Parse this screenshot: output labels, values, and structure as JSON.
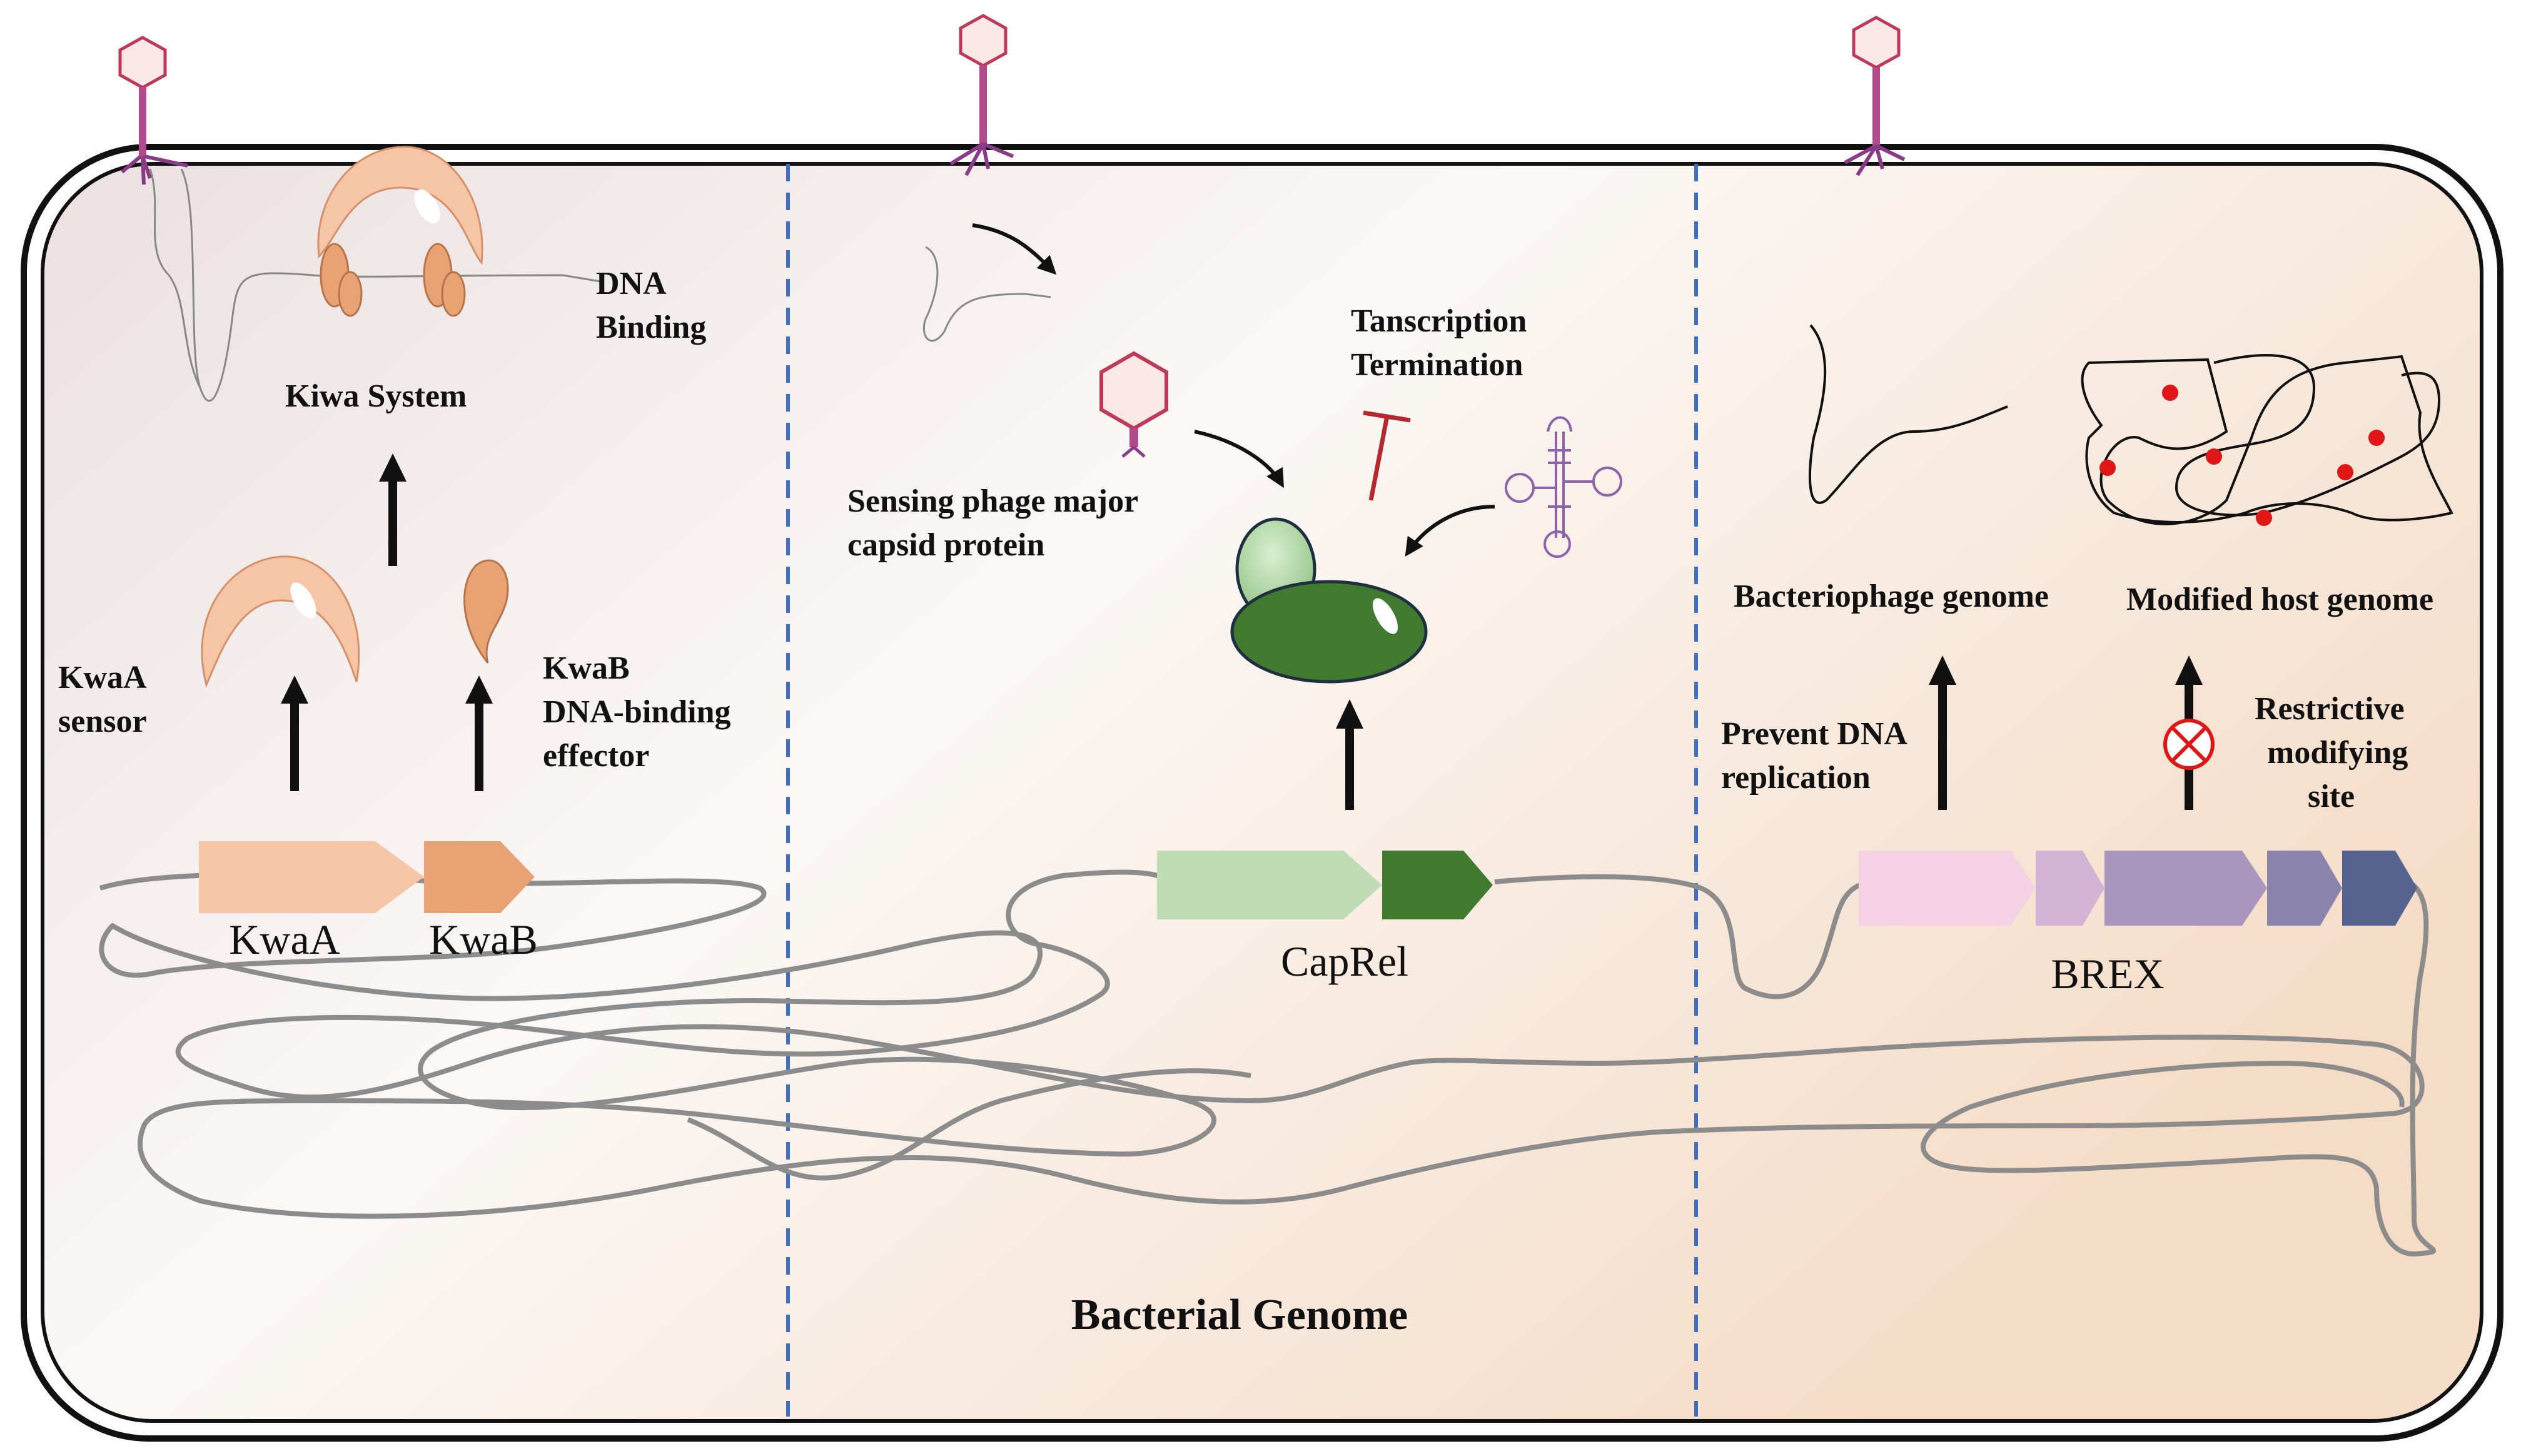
{
  "figure": {
    "bottom_label": "Bacterial Genome"
  },
  "kiwa_panel": {
    "system_label": "Kiwa  System",
    "dna_binding_label_line1": "DNA",
    "dna_binding_label_line2": "Binding",
    "kwaa_label_line1": "KwaA",
    "kwaa_label_line2": "sensor",
    "kwab_label_line1": "KwaB",
    "kwab_label_line2": "DNA-binding",
    "kwab_label_line3": "effector",
    "gene_a": "KwaA",
    "gene_b": "KwaB"
  },
  "caprel_panel": {
    "sensing_line1": "Sensing  phage major",
    "sensing_line2": "capsid protein",
    "termination_line1": "Tanscription",
    "termination_line2": "Termination",
    "gene": "CapRel"
  },
  "brex_panel": {
    "phage_genome_label": "Bacteriophage genome",
    "host_genome_label": "Modified host genome",
    "prevent_line1": "Prevent DNA",
    "prevent_line2": "replication",
    "restrictive_line1": "Restrictive",
    "restrictive_line2": "modifying",
    "restrictive_line3": "site",
    "gene": "BREX"
  },
  "colors": {
    "kwaA": "#f5c5a6",
    "kwaB": "#e8a274",
    "caprel_light": "#bfdcb4",
    "caprel_dark": "#3f7a2f",
    "brex1": "#f4d2e3",
    "brex2": "#d3b2d3",
    "brex3": "#a896bc",
    "brex4": "#8a84ad",
    "brex5": "#56638f",
    "divider": "#3f6fc4",
    "phage": "#c0395a",
    "methyl": "#e01616"
  },
  "icons": [
    "phage-icon",
    "tRNA-icon",
    "terminator-icon",
    "restriction-x-icon",
    "arrow-up-icon"
  ]
}
